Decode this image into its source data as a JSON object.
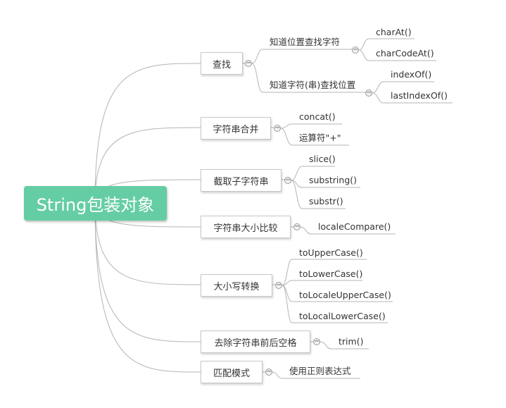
{
  "mindmap": {
    "root": "String包装对象",
    "collapse_symbol": "−",
    "topics": [
      {
        "label": "查找",
        "children": [
          {
            "label": "知道位置查找字符",
            "children": [
              {
                "label": "charAt()"
              },
              {
                "label": "charCodeAt()"
              }
            ]
          },
          {
            "label": "知道字符(串)查找位置",
            "children": [
              {
                "label": "indexOf()"
              },
              {
                "label": "lastIndexOf()"
              }
            ]
          }
        ]
      },
      {
        "label": "字符串合并",
        "children": [
          {
            "label": "concat()"
          },
          {
            "label": "运算符\"+\""
          }
        ]
      },
      {
        "label": "截取子字符串",
        "children": [
          {
            "label": "slice()"
          },
          {
            "label": "substring()"
          },
          {
            "label": "substr()"
          }
        ]
      },
      {
        "label": "字符串大小比较",
        "children": [
          {
            "label": "localeCompare()"
          }
        ]
      },
      {
        "label": "大小写转换",
        "children": [
          {
            "label": "toUpperCase()"
          },
          {
            "label": "toLowerCase()"
          },
          {
            "label": "toLocaleUpperCase()"
          },
          {
            "label": "toLocalLowerCase()"
          }
        ]
      },
      {
        "label": "去除字符串前后空格",
        "children": [
          {
            "label": "trim()"
          }
        ]
      },
      {
        "label": "匹配模式",
        "children": [
          {
            "label": "使用正则表达式"
          }
        ]
      }
    ]
  },
  "colors": {
    "root_fill": "#65cda4",
    "root_text": "#ffffff",
    "branch_line": "#b4b4b4",
    "topic_border": "#c8c8c8",
    "text": "#333333"
  }
}
